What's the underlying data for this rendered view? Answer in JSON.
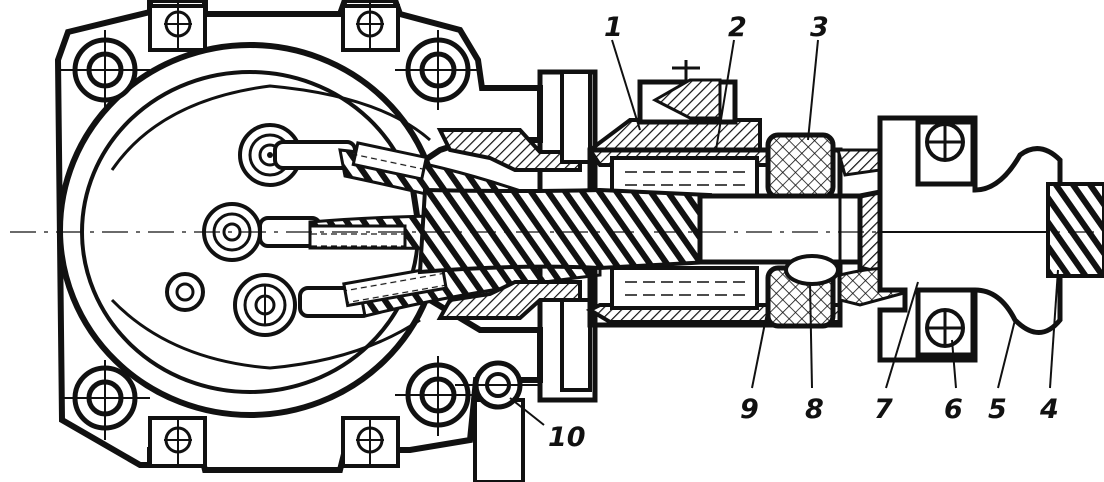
{
  "callouts": [
    "1",
    "2",
    "3",
    "9",
    "8",
    "7",
    "6",
    "5",
    "4",
    "10"
  ]
}
